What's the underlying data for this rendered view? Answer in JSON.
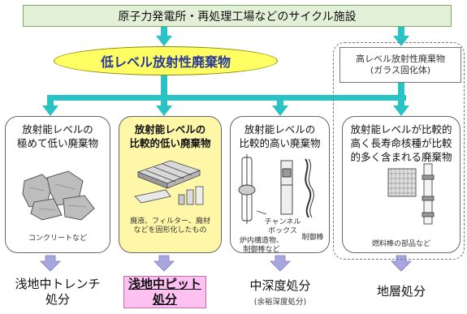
{
  "top_banner": "原子力発電所・再処理工場などのサイクル施設",
  "low_level": "低レベル放射性廃棄物",
  "high_level": {
    "line1": "高レベル放射性廃棄物",
    "line2": "(ガラス固化体)"
  },
  "categories": [
    {
      "title_line1": "放射能レベルの",
      "title_line2": "極めて低い廃棄物",
      "captions": [
        "コンクリートなど"
      ],
      "disposal": "浅地中トレンチ",
      "disposal_line2": "処分"
    },
    {
      "title_line1": "放射能レベルの",
      "title_line2": "比較的低い廃棄物",
      "captions": [
        "廃液、フィルター、廃材",
        "などを固形化したもの"
      ],
      "disposal": "浅地中ピット",
      "disposal_line2": "処分"
    },
    {
      "title_line1": "放射能レベルの",
      "title_line2": "比較的高い廃棄物",
      "captions": [
        "チャンネル",
        "ボックス",
        "炉内構造物、",
        "制御棒など",
        "制御棒"
      ],
      "disposal": "中深度処分",
      "disposal_sub": "(余裕深度処分)"
    },
    {
      "title_line1": "放射能レベルが比較的",
      "title_line2": "高く長寿命核種が比較",
      "title_line3": "的多く含まれる廃棄物",
      "captions": [
        "燃料棒の部品など"
      ],
      "disposal": "地層処分"
    }
  ],
  "colors": {
    "connector": "#29c3c6",
    "down_arrow": "#a8a6df",
    "low_level_fill": "#ffff63",
    "highlight_box": "#fff7a8",
    "highlight_disposal": "#ffc0f2"
  }
}
